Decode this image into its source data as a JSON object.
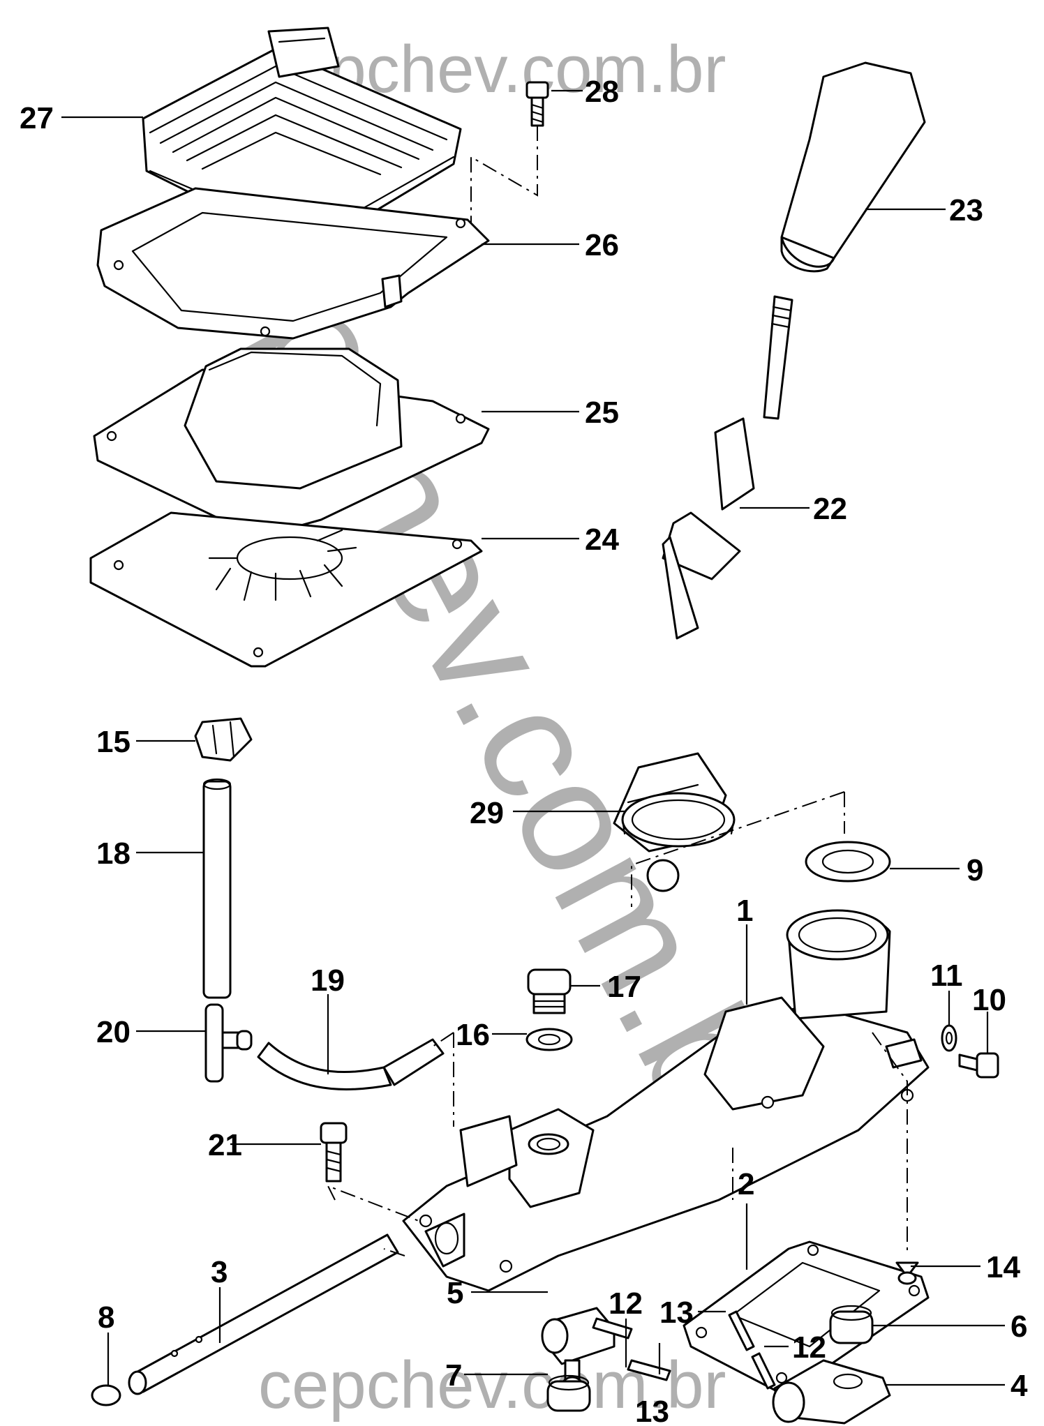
{
  "watermark": {
    "top": "cepchev.com.br",
    "diagonal": "cepchev.com.br",
    "bottom": "cepchev.com.br",
    "color": "#b0b0b0"
  },
  "callouts": {
    "p1": "1",
    "p2": "2",
    "p3": "3",
    "p4": "4",
    "p5": "5",
    "p6": "6",
    "p7": "7",
    "p8": "8",
    "p9": "9",
    "p10": "10",
    "p11": "11",
    "p12a": "12",
    "p12b": "12",
    "p13a": "13",
    "p13b": "13",
    "p14": "14",
    "p15": "15",
    "p16": "16",
    "p17": "17",
    "p18": "18",
    "p19": "19",
    "p20": "20",
    "p21": "21",
    "p22": "22",
    "p23": "23",
    "p24": "24",
    "p25": "25",
    "p26": "26",
    "p27": "27",
    "p28": "28",
    "p29": "29"
  }
}
